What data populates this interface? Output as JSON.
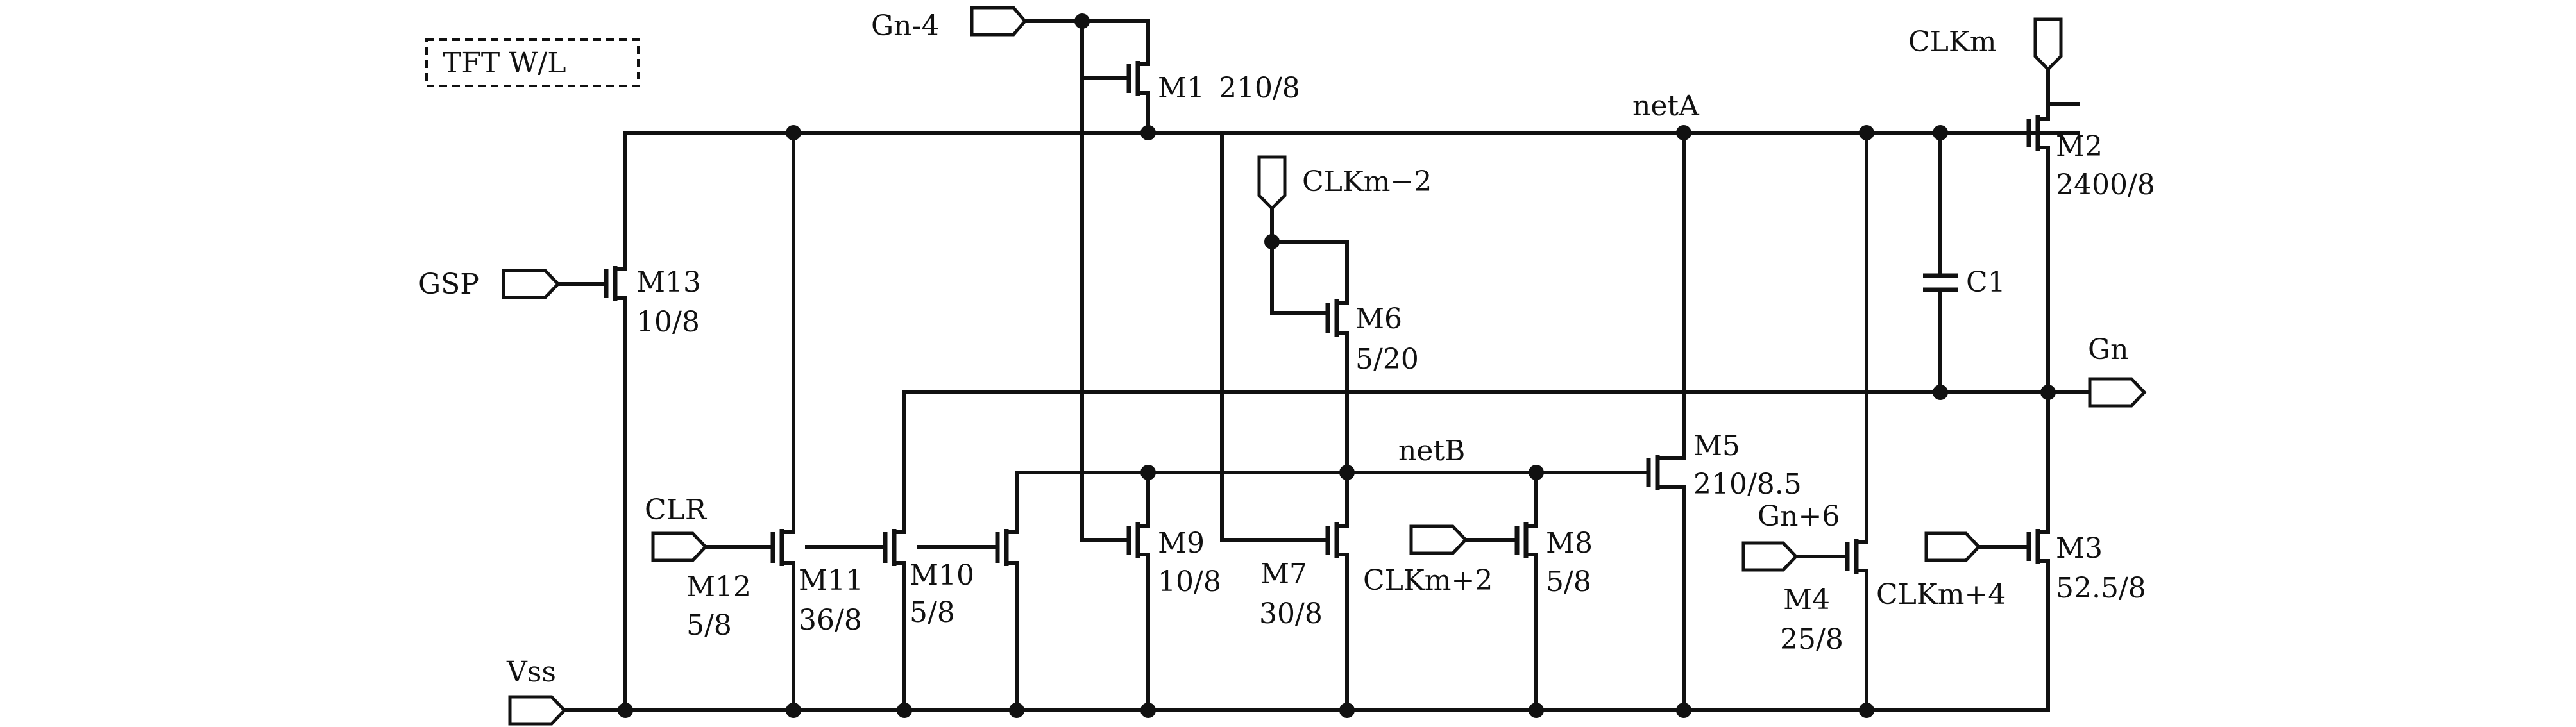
{
  "legend": {
    "label": "TFT W/L"
  },
  "ports": {
    "gn4": "Gn-4",
    "gsp": "GSP",
    "clkm2": "CLKm−2",
    "clkm": "CLKm",
    "gn": "Gn",
    "clr": "CLR",
    "vss": "Vss",
    "clkm_plus2": "CLKm+2",
    "gn6": "Gn+6",
    "clkm_plus4": "CLKm+4",
    "m3_gate": ""
  },
  "nets": {
    "neta": "netA",
    "netb": "netB"
  },
  "capacitor": {
    "name": "C1"
  },
  "transistors": [
    {
      "name": "M1",
      "size": "210/8"
    },
    {
      "name": "M2",
      "size": "2400/8"
    },
    {
      "name": "M3",
      "size": "52.5/8"
    },
    {
      "name": "M4",
      "size": "25/8"
    },
    {
      "name": "M5",
      "size": "210/8.5"
    },
    {
      "name": "M6",
      "size": "5/20"
    },
    {
      "name": "M7",
      "size": "30/8"
    },
    {
      "name": "M8",
      "size": "5/8"
    },
    {
      "name": "M9",
      "size": "10/8"
    },
    {
      "name": "M10",
      "size": "5/8"
    },
    {
      "name": "M11",
      "size": "36/8"
    },
    {
      "name": "M12",
      "size": "5/8"
    },
    {
      "name": "M13",
      "size": "10/8"
    }
  ]
}
